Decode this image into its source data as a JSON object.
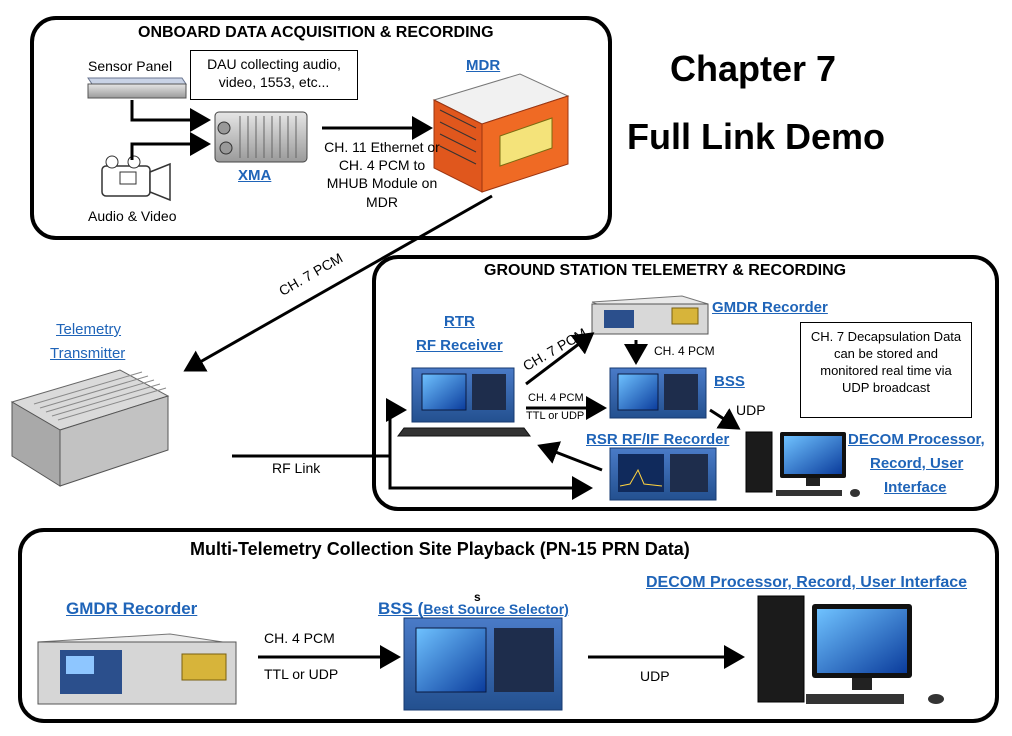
{
  "chapter": {
    "title": "Chapter 7",
    "subtitle": "Full Link Demo"
  },
  "onboard": {
    "title": "ONBOARD DATA ACQUISITION & RECORDING",
    "sensor_panel": "Sensor Panel",
    "dau_note": "DAU collecting audio, video, 1553, etc...",
    "audio_video": "Audio & Video",
    "xma": "XMA",
    "mdr": "MDR",
    "ch11_note": "CH. 11 Ethernet or CH. 4 PCM to MHUB Module on MDR"
  },
  "link": {
    "ch7_pcm": "CH. 7 PCM",
    "telemetry_transmitter_1": "Telemetry",
    "telemetry_transmitter_2": "Transmitter",
    "rf_link": "RF Link"
  },
  "ground": {
    "title": "GROUND STATION TELEMETRY & RECORDING",
    "rtr": "RTR",
    "rf_receiver": "RF Receiver",
    "ch7_pcm": "CH. 7 PCM",
    "gmdr_recorder": "GMDR Recorder",
    "ch4_pcm": "CH. 4 PCM",
    "bss": "BSS",
    "ch4_pcm_2": "CH. 4 PCM",
    "ttl_or_udp": "TTL  or UDP",
    "udp": "UDP",
    "rsr": "RSR RF/IF Recorder",
    "decom_1": "DECOM Processor,",
    "decom_2": "Record, User",
    "decom_3": "Interface",
    "note": "CH. 7 Decapsulation Data can be stored and monitored real time via UDP broadcast"
  },
  "playback": {
    "title": "Multi-Telemetry Collection Site Playback (PN-15 PRN Data)",
    "gmdr_recorder": "GMDR Recorder",
    "bss_prefix": "BSS (",
    "bss_detail": "Best Source Selector)",
    "stray_s": "s",
    "decom": "DECOM Processor, Record, User Interface",
    "ch4_pcm": "CH. 4 PCM",
    "ttl_or_udp": "TTL or UDP",
    "udp": "UDP"
  },
  "icons": [
    "sensor-panel-icon",
    "xma-unit-icon",
    "camera-icon",
    "mdr-recorder-icon",
    "telemetry-transmitter-icon",
    "rtr-receiver-icon",
    "gmdr-recorder-icon",
    "bss-unit-icon",
    "rsr-recorder-icon",
    "desktop-computer-icon"
  ]
}
